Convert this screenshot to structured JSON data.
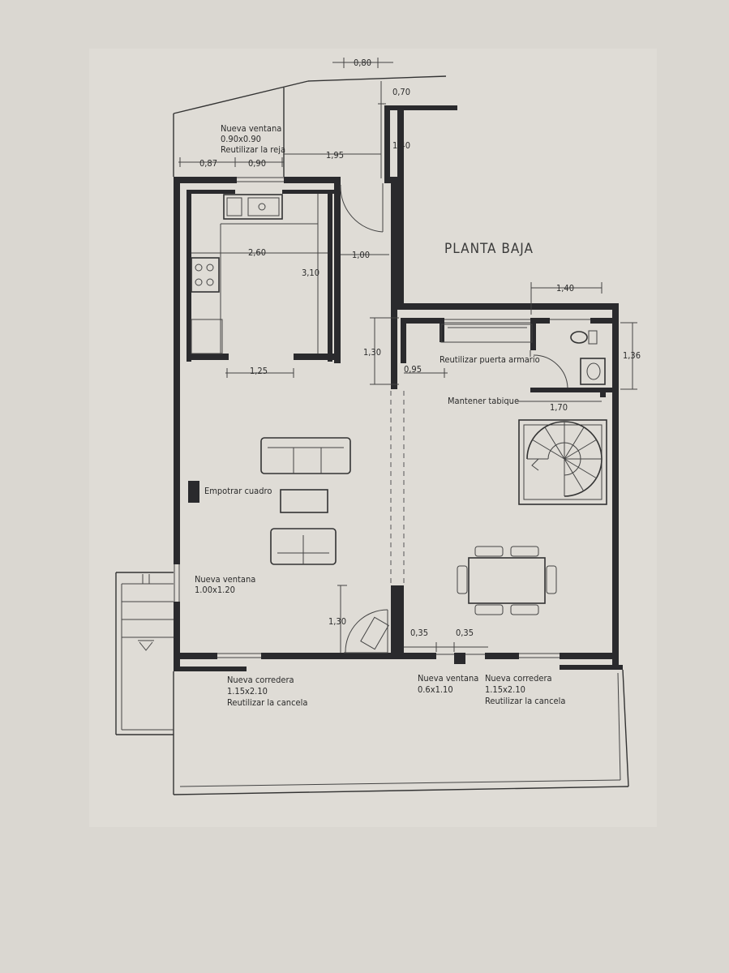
{
  "plan": {
    "title": "PLANTA BAJA",
    "dimensions": {
      "d_080": "0,80",
      "d_070": "0,70",
      "d_140_top": "1,40",
      "d_087": "0,87",
      "d_090": "0,90",
      "d_195": "1,95",
      "d_260": "2,60",
      "d_100": "1,00",
      "d_310": "3,10",
      "d_140_bath": "1,40",
      "d_136": "1,36",
      "d_130_mid": "1,30",
      "d_095": "0,95",
      "d_170": "1,70",
      "d_125": "1,25",
      "d_130_low": "1,30",
      "d_035_a": "0,35",
      "d_035_b": "0,35"
    },
    "notes": {
      "window_top_1": "Nueva ventana",
      "window_top_2": "0.90x0.90",
      "window_top_3": "Reutilizar la reja",
      "closet_door": "Reutilizar puerta armario",
      "keep_partition": "Mantener tabique",
      "panel": "Empotrar cuadro",
      "window_left_1": "Nueva ventana",
      "window_left_2": "1.00x1.20",
      "slide1_1": "Nueva corredera",
      "slide1_2": "1.15x2.10",
      "slide1_3": "Reutilizar la cancela",
      "window_bottom_1": "Nueva ventana",
      "window_bottom_2": "0.6x1.10",
      "slide2_1": "Nueva corredera",
      "slide2_2": "1.15x2.10",
      "slide2_3": "Reutilizar la cancela"
    }
  },
  "colors": {
    "paper": "#d9d6d0",
    "ink": "#2a2a2d"
  }
}
